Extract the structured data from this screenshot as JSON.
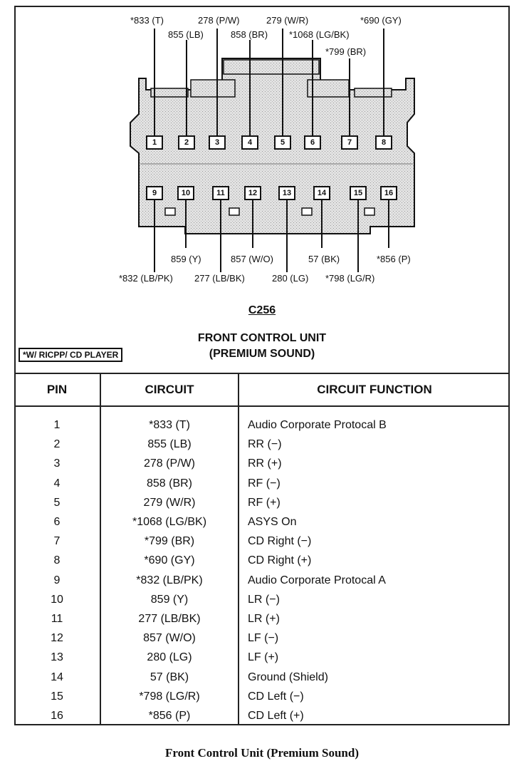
{
  "connector": {
    "id": "C256",
    "title_line1": "FRONT CONTROL UNIT",
    "title_line2": "(PREMIUM SOUND)",
    "note": "*W/ RICPP/ CD PLAYER"
  },
  "wire_labels_top": [
    "*833 (T)",
    "855 (LB)",
    "278 (P/W)",
    "858 (BR)",
    "279 (W/R)",
    "*1068 (LG/BK)",
    "*799 (BR)",
    "*690 (GY)"
  ],
  "wire_labels_bottom": [
    "*832 (LB/PK)",
    "859 (Y)",
    "277 (LB/BK)",
    "857 (W/O)",
    "280 (LG)",
    "57 (BK)",
    "*798 (LG/R)",
    "*856 (P)"
  ],
  "pins_top": [
    "1",
    "2",
    "3",
    "4",
    "5",
    "6",
    "7",
    "8"
  ],
  "pins_bottom": [
    "9",
    "10",
    "11",
    "12",
    "13",
    "14",
    "15",
    "16"
  ],
  "table": {
    "headers": [
      "PIN",
      "CIRCUIT",
      "CIRCUIT FUNCTION"
    ],
    "rows": [
      [
        "1",
        "*833 (T)",
        "Audio Corporate Protocal B"
      ],
      [
        "2",
        "855 (LB)",
        "RR (−)"
      ],
      [
        "3",
        "278 (P/W)",
        "RR (+)"
      ],
      [
        "4",
        "858 (BR)",
        "RF (−)"
      ],
      [
        "5",
        "279 (W/R)",
        "RF (+)"
      ],
      [
        "6",
        "*1068 (LG/BK)",
        "ASYS On"
      ],
      [
        "7",
        "*799 (BR)",
        "CD Right (−)"
      ],
      [
        "8",
        "*690 (GY)",
        "CD Right (+)"
      ],
      [
        "9",
        "*832 (LB/PK)",
        "Audio Corporate Protocal A"
      ],
      [
        "10",
        "859 (Y)",
        "LR (−)"
      ],
      [
        "11",
        "277 (LB/BK)",
        "LR (+)"
      ],
      [
        "12",
        "857 (W/O)",
        "LF (−)"
      ],
      [
        "13",
        "280 (LG)",
        "LF (+)"
      ],
      [
        "14",
        "57 (BK)",
        "Ground (Shield)"
      ],
      [
        "15",
        "*798 (LG/R)",
        "CD Left (−)"
      ],
      [
        "16",
        "*856 (P)",
        "CD Left (+)"
      ]
    ]
  },
  "caption": "Front Control Unit (Premium Sound)"
}
